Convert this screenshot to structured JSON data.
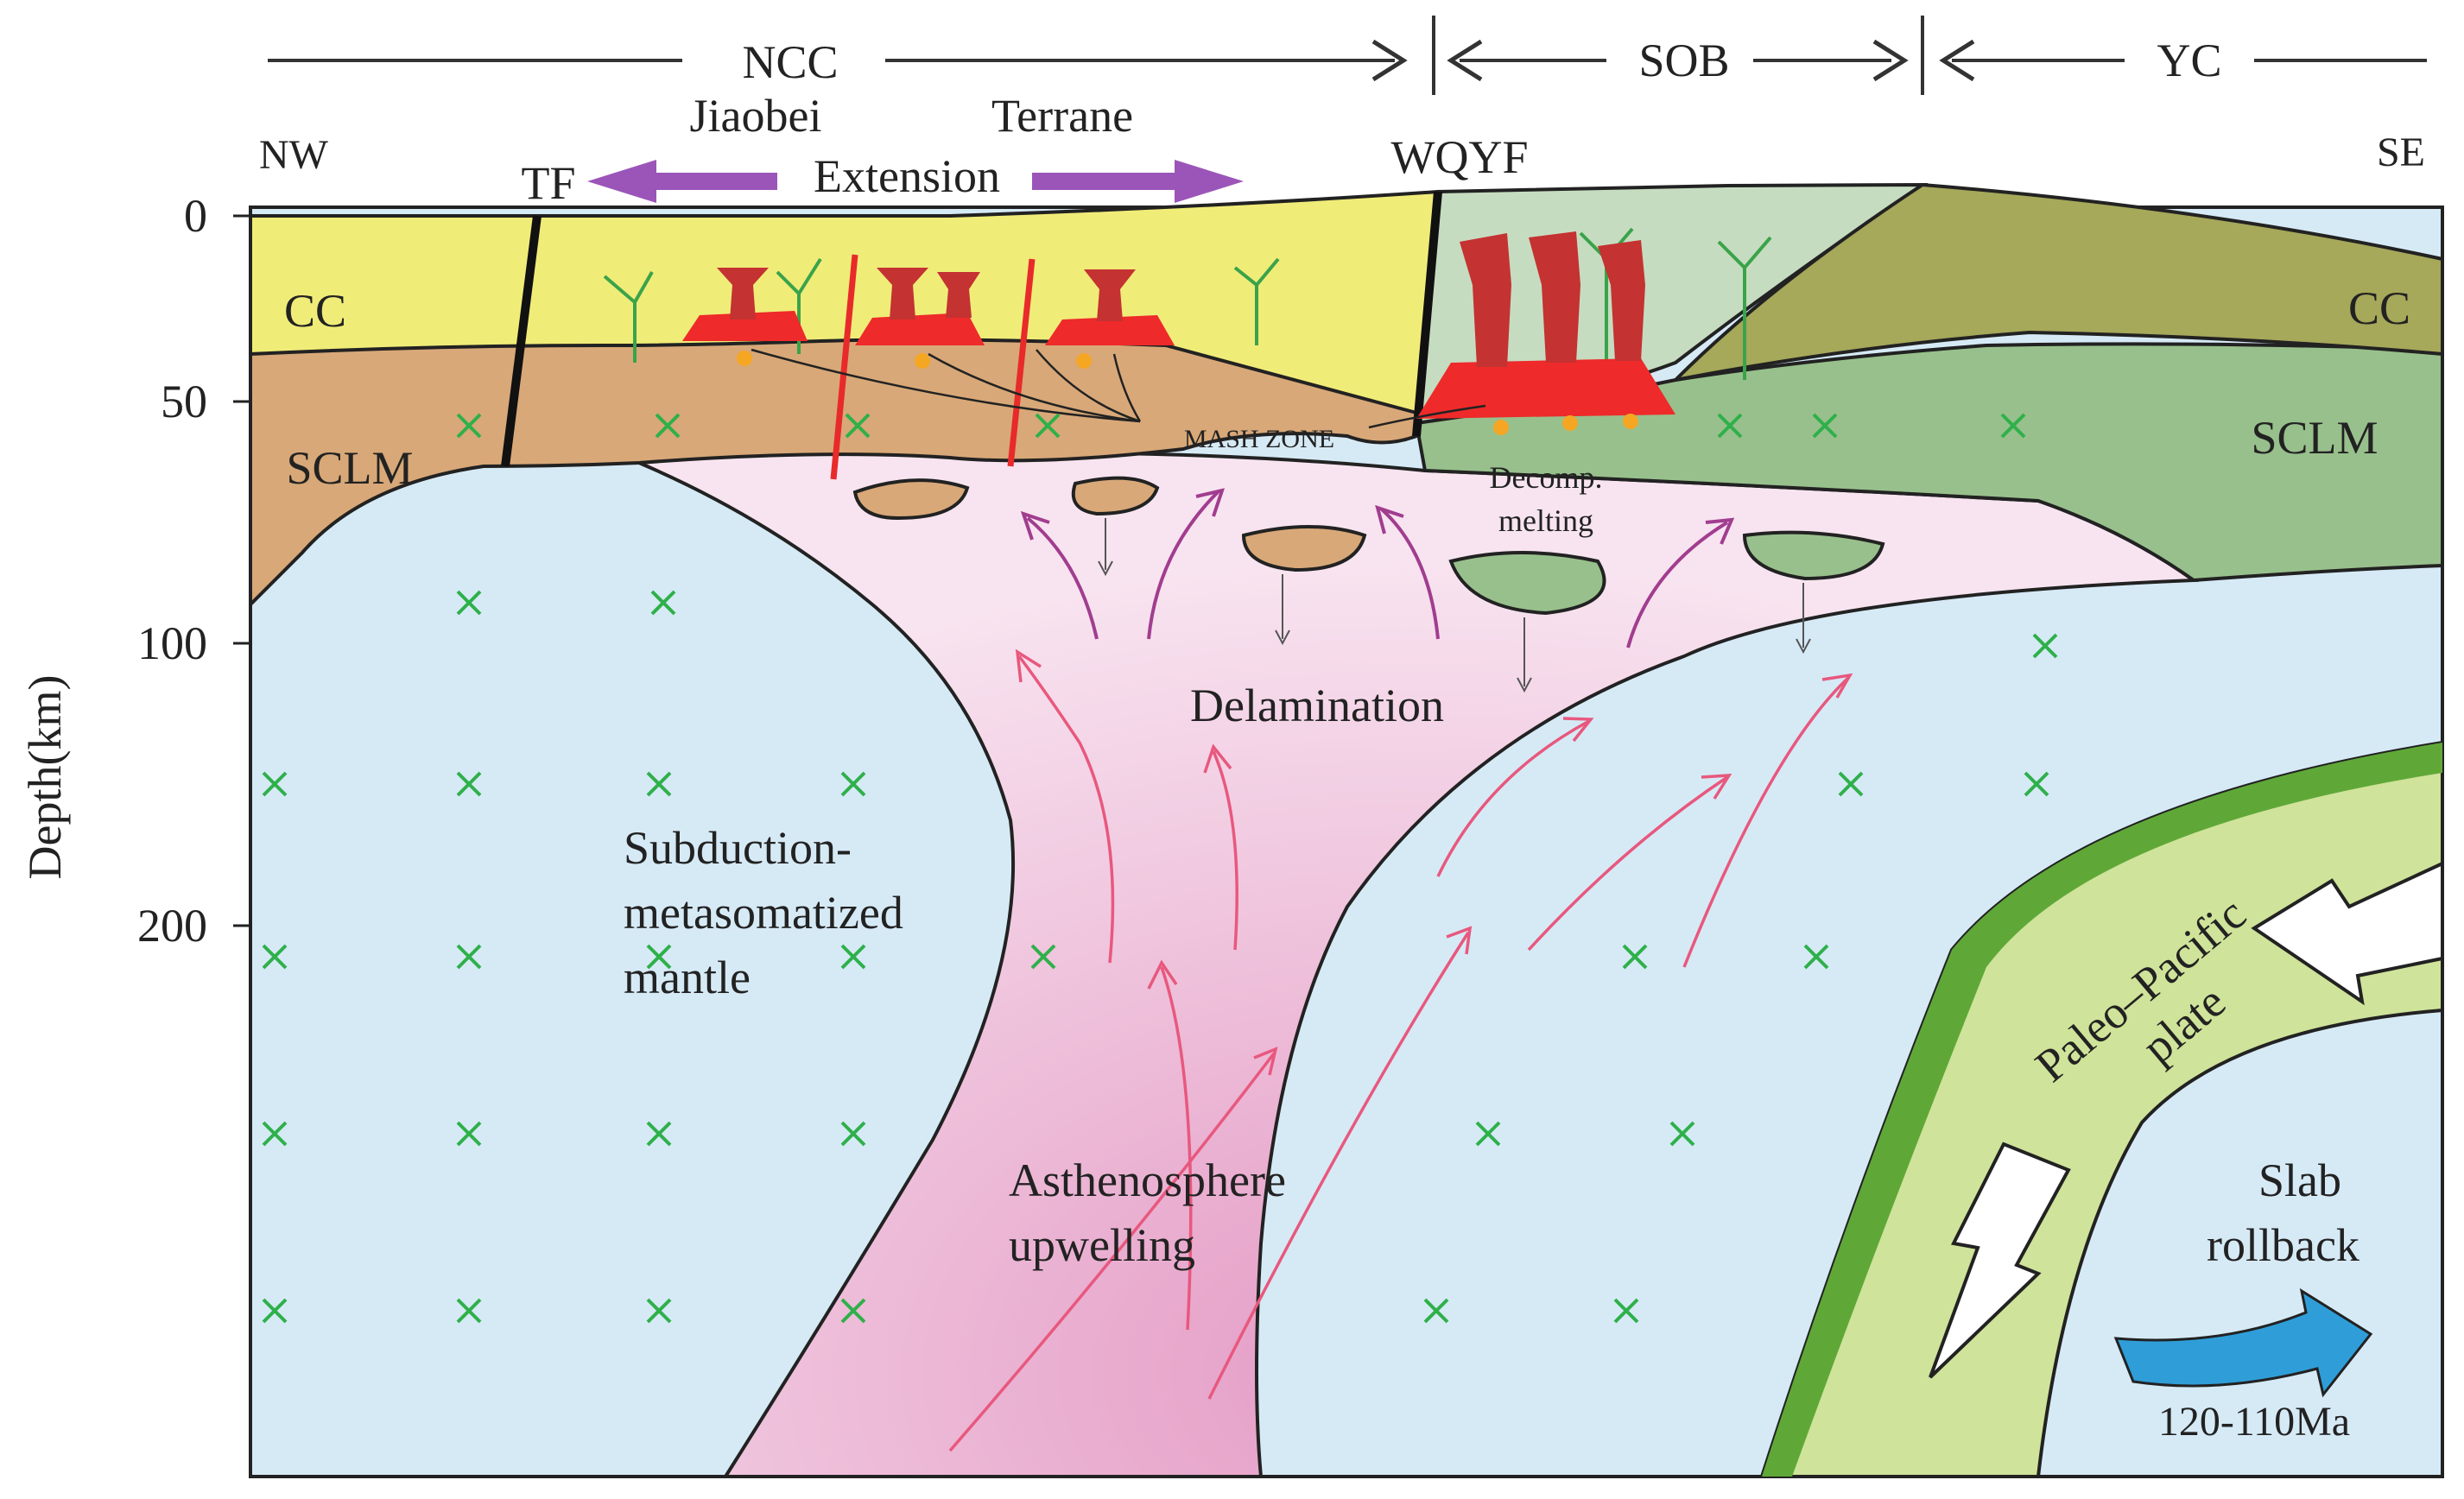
{
  "diagram": {
    "labels": {
      "ncc": "NCC",
      "sob": "SOB",
      "yc": "YC",
      "nw": "NW",
      "se": "SE",
      "jiaobei": "Jiaobei",
      "terrane": "Terrane",
      "extension": "Extension",
      "tf": "TF",
      "wqyf": "WQYF",
      "cc_left": "CC",
      "cc_right": "CC",
      "sclm_left": "SCLM",
      "sclm_right": "SCLM",
      "mash_zone": "MASH ZONE",
      "decomp_1": "Decomp.",
      "decomp_2": "melting",
      "delamination": "Delamination",
      "metasomatized_1": "Subduction-",
      "metasomatized_2": "metasomatized",
      "metasomatized_3": "mantle",
      "asthenosphere_1": "Asthenosphere",
      "asthenosphere_2": "upwelling",
      "paleo_1": "Paleo–Pacific",
      "paleo_2": "plate",
      "slab_1": "Slab",
      "slab_2": "rollback",
      "age": "120-110Ma"
    },
    "axis": {
      "title": "Depth(km)",
      "ticks": [
        "0",
        "50",
        "100",
        "200"
      ]
    },
    "colors": {
      "continental_crust_ncc": "#f0ec78",
      "continental_crust_yc": "#a6a85a",
      "sclm_ncc": "#d8a878",
      "sclm_yc": "#98c08c",
      "sob_block": "#c6dcc0",
      "mantle": "#d6eaf6",
      "asthenosphere": "#e9a9cc",
      "slab": "#cfe39a",
      "slab_edge": "#5fa838",
      "magma": "#ee2a2a",
      "pluton": "#c43232",
      "extension_arrow": "#9b55b8",
      "rollback_arrow": "#2f9ed8",
      "metasomatism_mark": "#2fb04a"
    }
  }
}
